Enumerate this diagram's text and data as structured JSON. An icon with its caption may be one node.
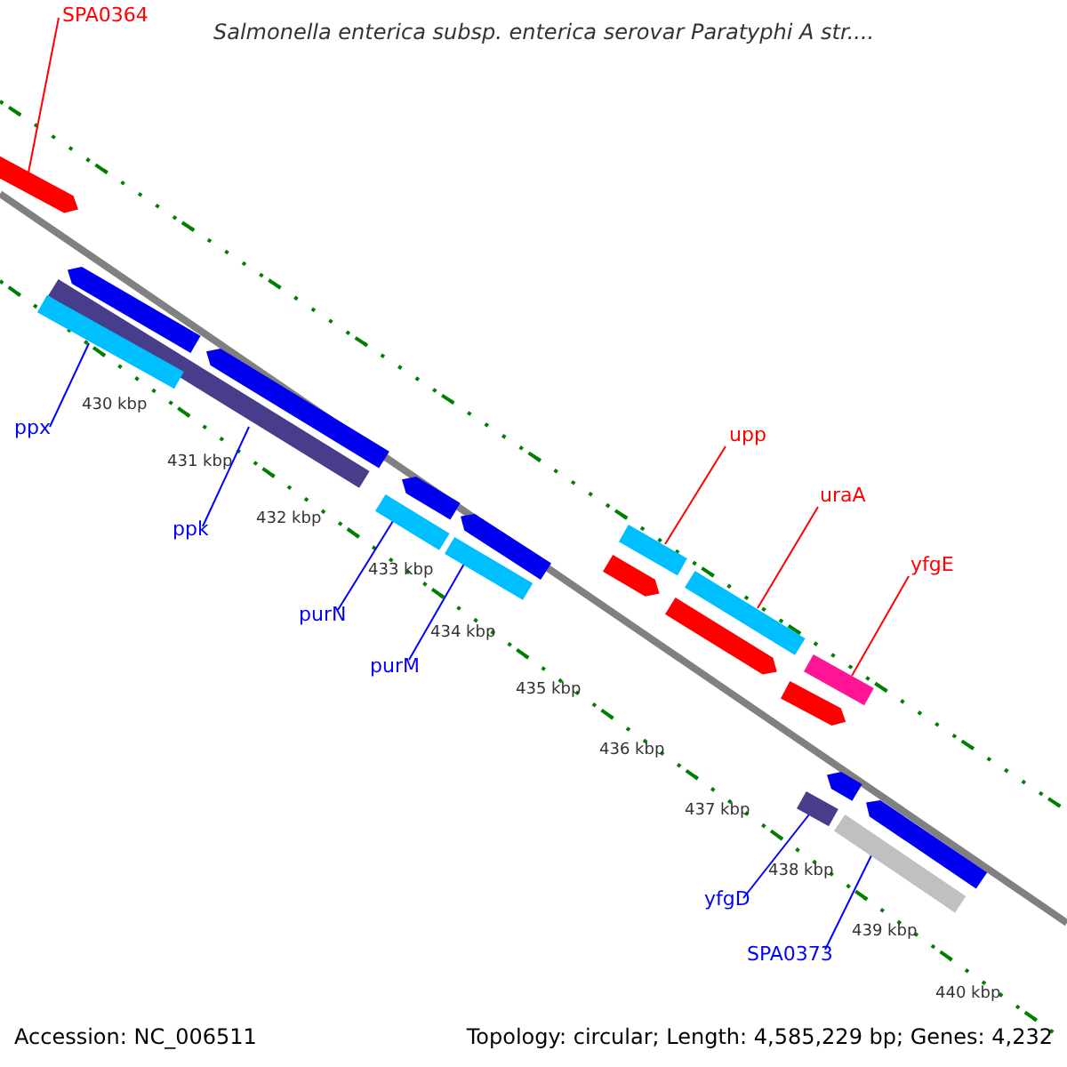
{
  "diagram": {
    "title": "Salmonella enterica subsp. enterica serovar Paratyphi A str....",
    "nodes": [
      {
        "text": [
          "SPA0364"
        ]
      },
      {
        "text": [
          "ppx"
        ]
      },
      {
        "text": [
          "ppk"
        ]
      },
      {
        "text": [
          "purN"
        ]
      },
      {
        "text": [
          "purM"
        ]
      },
      {
        "text": [
          "upp"
        ]
      },
      {
        "text": [
          "uraA"
        ]
      },
      {
        "text": [
          "yfgE"
        ]
      },
      {
        "text": [
          "yfgD"
        ]
      },
      {
        "text": [
          "SPA0373"
        ]
      },
      {
        "text": [],
        "shape": "pentagon"
      },
      {
        "text": [],
        "shape": "bar"
      },
      {
        "text": [],
        "shape": "pentagon"
      },
      {
        "text": [],
        "shape": "bar"
      },
      {
        "text": [],
        "shape": "pentagon"
      },
      {
        "text": [],
        "shape": "pentagon"
      },
      {
        "text": [],
        "shape": "pentagon"
      },
      {
        "text": [],
        "shape": "bar"
      },
      {
        "text": [],
        "shape": "bar"
      },
      {
        "text": [],
        "shape": "bar"
      },
      {
        "text": [],
        "shape": "bar"
      },
      {
        "text": [],
        "shape": "pentagon"
      },
      {
        "text": [],
        "shape": "pentagon"
      },
      {
        "text": [],
        "shape": "bar"
      },
      {
        "text": [],
        "shape": "pentagon"
      },
      {
        "text": [],
        "shape": "pentagon"
      },
      {
        "text": [],
        "shape": "pentagon"
      },
      {
        "text": [],
        "shape": "bar"
      },
      {
        "text": [],
        "shape": "bar"
      }
    ],
    "edges": [
      {
        "from": 0,
        "to": 10,
        "arrow": "none",
        "color": "#ff0000"
      },
      {
        "from": 1,
        "to": 13,
        "arrow": "none"
      },
      {
        "from": 2,
        "to": 11,
        "arrow": "none"
      },
      {
        "from": 3,
        "to": 17,
        "arrow": "none"
      },
      {
        "from": 4,
        "to": 18,
        "arrow": "none"
      },
      {
        "from": 5,
        "to": 19,
        "arrow": "none",
        "color": "#ff0000"
      },
      {
        "from": 6,
        "to": 20,
        "arrow": "none",
        "color": "#ff0000"
      },
      {
        "from": 7,
        "to": 23,
        "arrow": "none",
        "color": "#ff0000"
      },
      {
        "from": 8,
        "to": 27,
        "arrow": "none"
      },
      {
        "from": 9,
        "to": 28,
        "arrow": "none"
      }
    ],
    "labels": [
      "430 kbp",
      "431 kbp",
      "432 kbp",
      "433 kbp",
      "434 kbp",
      "435 kbp",
      "436 kbp",
      "437 kbp",
      "438 kbp",
      "439 kbp",
      "440 kbp",
      "Accession: NC_006511",
      "Topology: circular; Length: 4,585,229 bp; Genes: 4,232"
    ]
  }
}
